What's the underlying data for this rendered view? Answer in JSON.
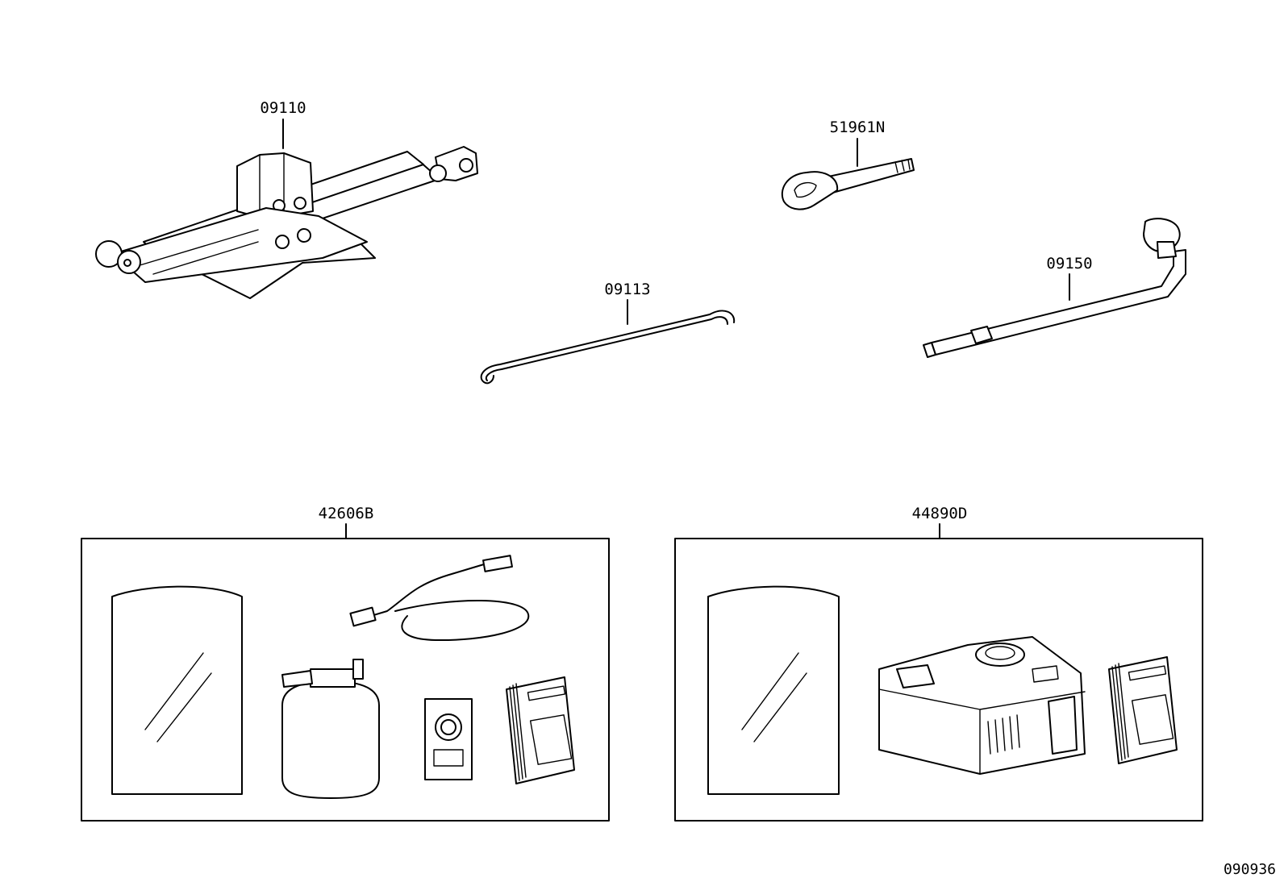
{
  "parts": {
    "jack": "09110",
    "tow_hook": "51961N",
    "jack_handle": "09113",
    "lug_wrench": "09150",
    "repair_kit_a": "42606B",
    "repair_kit_b": "44890D"
  },
  "illustration_code": "090936"
}
